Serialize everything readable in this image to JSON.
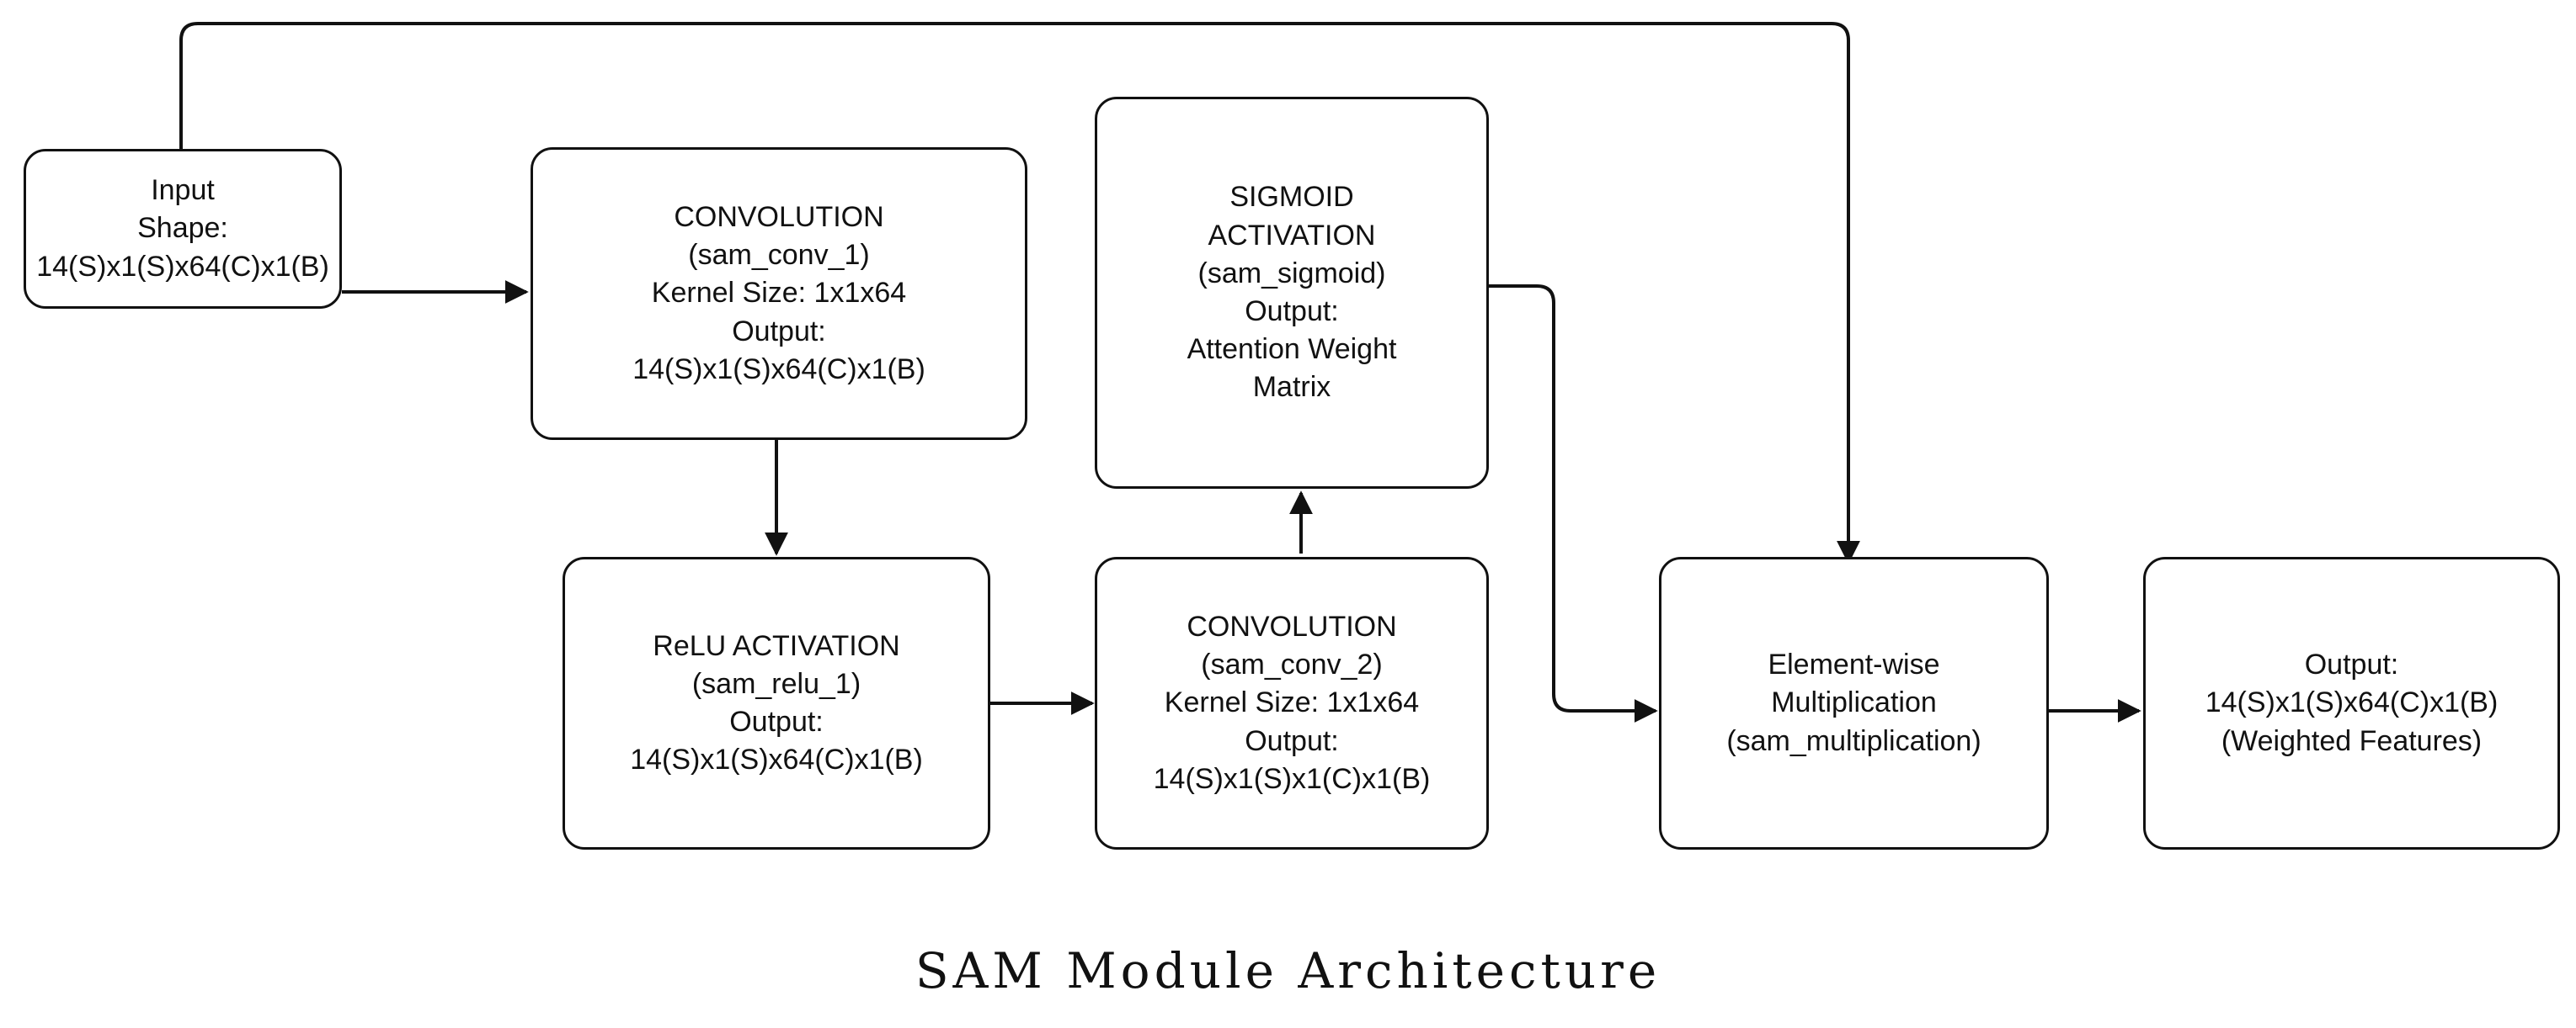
{
  "diagram": {
    "caption": "SAM Module Architecture",
    "colors": {
      "stroke": "#111111",
      "background": "#ffffff",
      "text": "#111111"
    },
    "nodes": [
      {
        "id": "input",
        "name": "input-node",
        "lines": [
          "Input",
          "Shape:",
          "14(S)x1(S)x64(C)x1(B)"
        ]
      },
      {
        "id": "sam_conv_1",
        "name": "convolution-sam-conv-1-node",
        "lines": [
          "CONVOLUTION",
          "(sam_conv_1)",
          "Kernel Size: 1x1x64",
          "Output:",
          "14(S)x1(S)x64(C)x1(B)"
        ]
      },
      {
        "id": "sam_sigmoid",
        "name": "sigmoid-activation-node",
        "lines": [
          "SIGMOID",
          "ACTIVATION",
          "(sam_sigmoid)",
          "Output:",
          "Attention Weight",
          "Matrix"
        ]
      },
      {
        "id": "sam_relu_1",
        "name": "relu-activation-node",
        "lines": [
          "ReLU ACTIVATION",
          "(sam_relu_1)",
          "Output:",
          "14(S)x1(S)x64(C)x1(B)"
        ]
      },
      {
        "id": "sam_conv_2",
        "name": "convolution-sam-conv-2-node",
        "lines": [
          "CONVOLUTION",
          "(sam_conv_2)",
          "Kernel Size: 1x1x64",
          "Output:",
          "14(S)x1(S)x1(C)x1(B)"
        ]
      },
      {
        "id": "sam_multiplication",
        "name": "element-wise-multiplication-node",
        "lines": [
          "Element-wise",
          "Multiplication",
          "(sam_multiplication)"
        ]
      },
      {
        "id": "output",
        "name": "output-node",
        "lines": [
          "Output:",
          "14(S)x1(S)x64(C)x1(B)",
          "(Weighted Features)"
        ]
      }
    ],
    "edges": [
      {
        "id": "input-to-conv1",
        "from": "input",
        "to": "sam_conv_1",
        "label": ""
      },
      {
        "id": "conv1-to-relu1",
        "from": "sam_conv_1",
        "to": "sam_relu_1",
        "label": ""
      },
      {
        "id": "relu1-to-conv2",
        "from": "sam_relu_1",
        "to": "sam_conv_2",
        "label": ""
      },
      {
        "id": "conv2-to-sigmoid",
        "from": "sam_conv_2",
        "to": "sam_sigmoid",
        "label": ""
      },
      {
        "id": "sigmoid-to-multiplication",
        "from": "sam_sigmoid",
        "to": "sam_multiplication",
        "label": ""
      },
      {
        "id": "input-skip-to-multiplication",
        "from": "input",
        "to": "sam_multiplication",
        "label": ""
      },
      {
        "id": "multiplication-to-output",
        "from": "sam_multiplication",
        "to": "output",
        "label": ""
      }
    ]
  }
}
